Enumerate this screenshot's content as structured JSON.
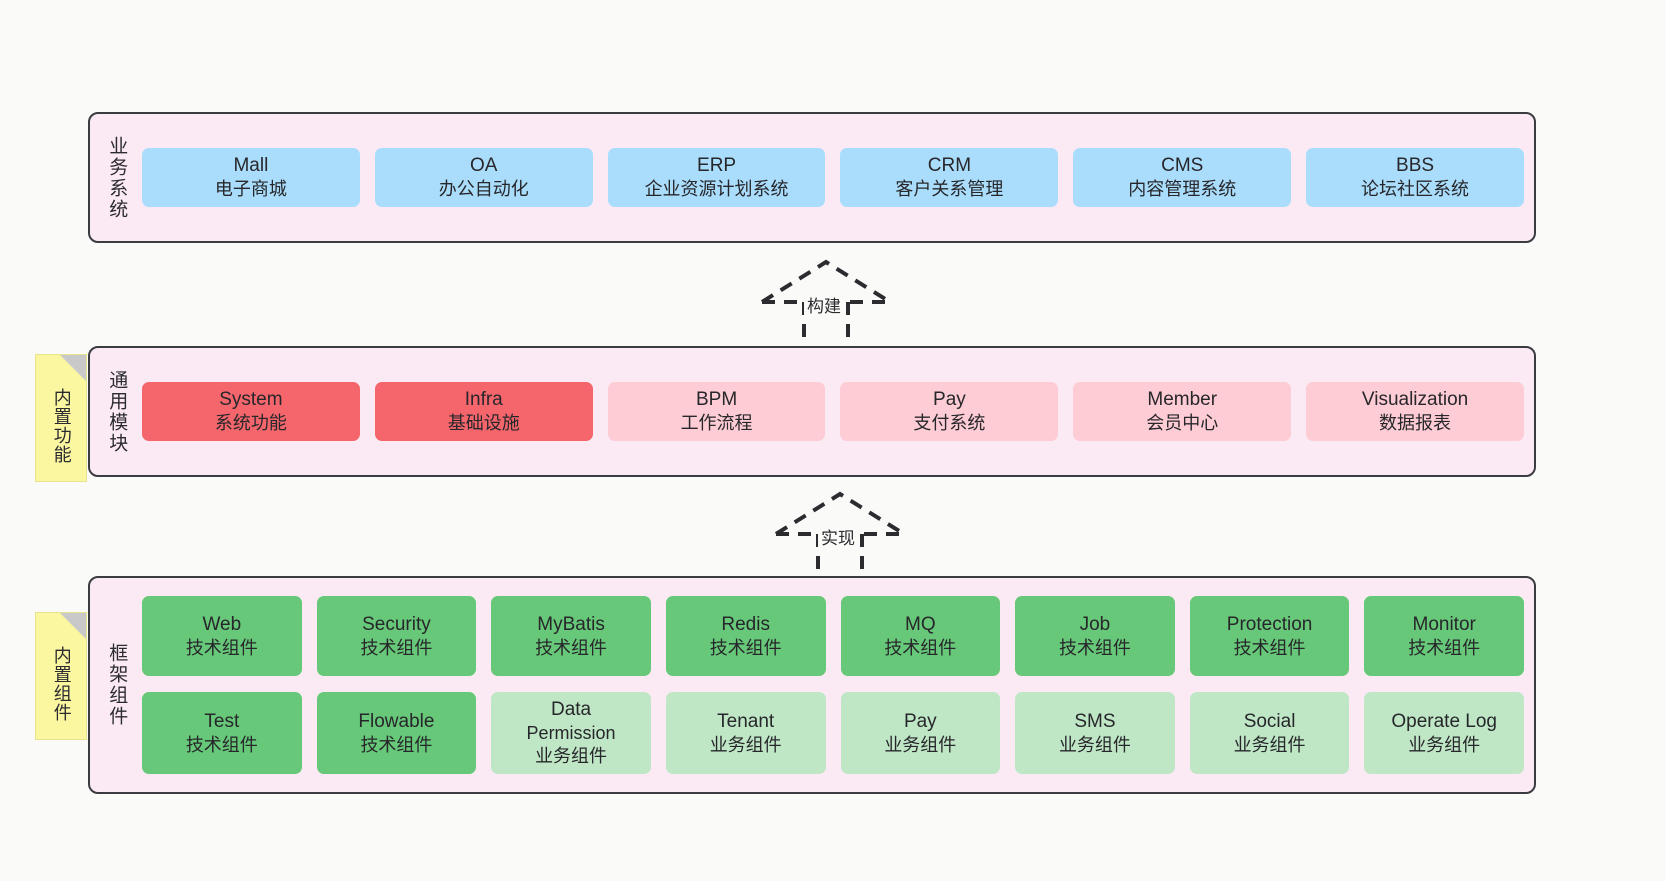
{
  "diagram": {
    "title_layers": [
      "业务系统",
      "通用模块",
      "框架组件"
    ],
    "background": "#fafaf9",
    "band_fill": "#fbeaf4",
    "band_stroke": "#3b3b42",
    "note_fill": "#fbf7a0"
  },
  "business_layer": {
    "label": "业务系统",
    "color": "#aaddfb",
    "items": [
      {
        "name": "Mall",
        "desc": "电子商城"
      },
      {
        "name": "OA",
        "desc": "办公自动化"
      },
      {
        "name": "ERP",
        "desc": "企业资源计划系统"
      },
      {
        "name": "CRM",
        "desc": "客户关系管理"
      },
      {
        "name": "CMS",
        "desc": "内容管理系统"
      },
      {
        "name": "BBS",
        "desc": "论坛社区系统"
      }
    ]
  },
  "connector_build": {
    "label": "构建"
  },
  "connector_impl": {
    "label": "实现"
  },
  "common_layer": {
    "label": "通用模块",
    "note": "内置功能",
    "color_strong": "#f4666c",
    "color_soft": "#fdccd4",
    "items": [
      {
        "name": "System",
        "desc": "系统功能",
        "strong": true
      },
      {
        "name": "Infra",
        "desc": "基础设施",
        "strong": true
      },
      {
        "name": "BPM",
        "desc": "工作流程",
        "strong": false
      },
      {
        "name": "Pay",
        "desc": "支付系统",
        "strong": false
      },
      {
        "name": "Member",
        "desc": "会员中心",
        "strong": false
      },
      {
        "name": "Visualization",
        "desc": "数据报表",
        "strong": false
      }
    ]
  },
  "framework_layer": {
    "label": "框架组件",
    "note": "内置组件",
    "color_strong": "#66c878",
    "color_soft": "#bfe7c6",
    "row1": [
      {
        "name": "Web",
        "desc": "技术组件"
      },
      {
        "name": "Security",
        "desc": "技术组件"
      },
      {
        "name": "MyBatis",
        "desc": "技术组件"
      },
      {
        "name": "Redis",
        "desc": "技术组件"
      },
      {
        "name": "MQ",
        "desc": "技术组件"
      },
      {
        "name": "Job",
        "desc": "技术组件"
      },
      {
        "name": "Protection",
        "desc": "技术组件"
      },
      {
        "name": "Monitor",
        "desc": "技术组件"
      }
    ],
    "row2": [
      {
        "name": "Test",
        "desc": "技术组件",
        "strong": true
      },
      {
        "name": "Flowable",
        "desc": "技术组件",
        "strong": true
      },
      {
        "name": "Data",
        "name2": "Permission",
        "desc": "业务组件",
        "strong": false
      },
      {
        "name": "Tenant",
        "desc": "业务组件",
        "strong": false
      },
      {
        "name": "Pay",
        "desc": "业务组件",
        "strong": false
      },
      {
        "name": "SMS",
        "desc": "业务组件",
        "strong": false
      },
      {
        "name": "Social",
        "desc": "业务组件",
        "strong": false
      },
      {
        "name": "Operate Log",
        "desc": "业务组件",
        "strong": false
      }
    ]
  }
}
